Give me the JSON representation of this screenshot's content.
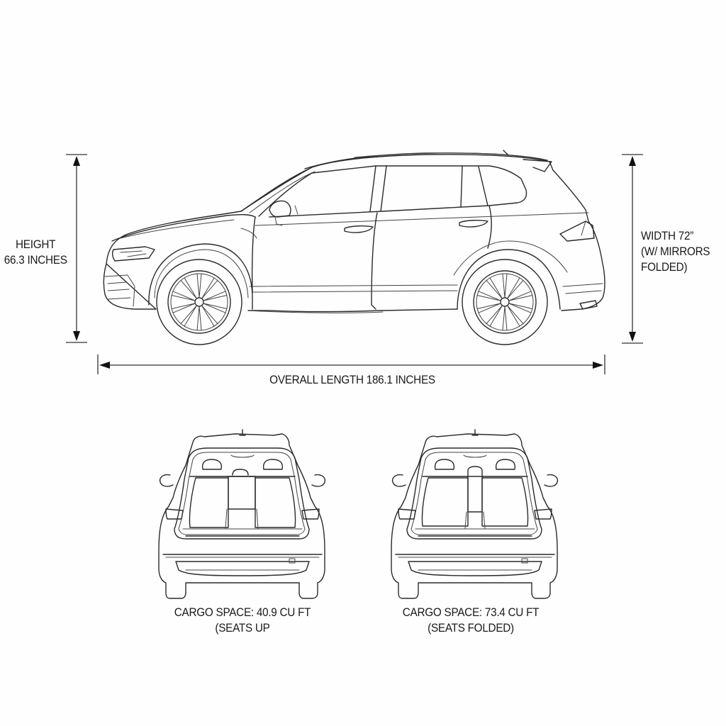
{
  "diagram": {
    "type": "vehicle-dimension-drawing",
    "views": [
      "side-profile",
      "rear-cargo-seats-up",
      "rear-cargo-seats-folded"
    ]
  },
  "dimensions": {
    "height": {
      "line1": "HEIGHT",
      "line2": "66.3 INCHES",
      "value": 66.3,
      "unit": "inches"
    },
    "width": {
      "line1": "WIDTH 72”",
      "line2": "(W/ MIRRORS",
      "line3": "FOLDED)",
      "value": 72,
      "unit": "inches"
    },
    "length": {
      "label": "OVERALL LENGTH 186.1 INCHES",
      "value": 186.1,
      "unit": "inches"
    }
  },
  "cargo": {
    "seats_up": {
      "line1": "CARGO SPACE: 40.9 CU FT",
      "line2": "(SEATS UP",
      "value": 40.9,
      "unit": "cu ft"
    },
    "seats_folded": {
      "line1": "CARGO SPACE: 73.4 CU FT",
      "line2": "(SEATS FOLDED)",
      "value": 73.4,
      "unit": "cu ft"
    }
  },
  "colors": {
    "background": "#fefefe",
    "line": "#2a2a2a",
    "text": "#1a1a1a"
  }
}
